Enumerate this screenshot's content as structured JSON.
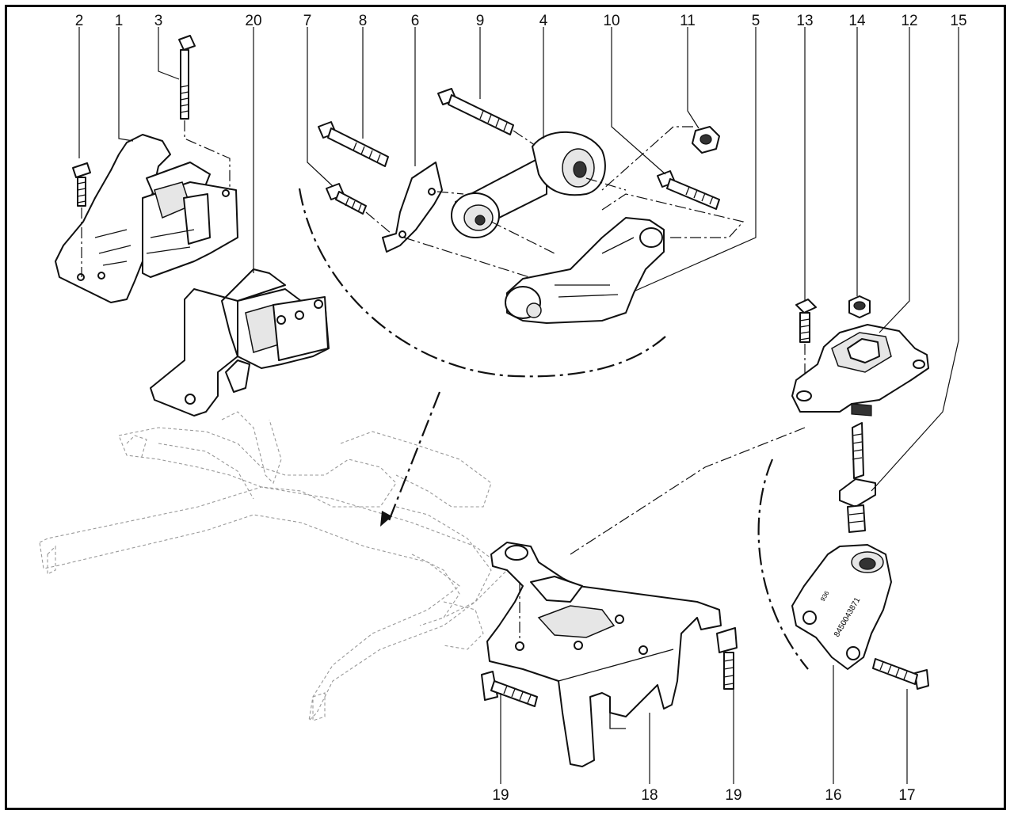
{
  "callouts": [
    "1",
    "2",
    "3",
    "4",
    "5",
    "6",
    "7",
    "8",
    "9",
    "10",
    "11",
    "12",
    "13",
    "14",
    "15",
    "16",
    "17",
    "18",
    "19",
    "20"
  ],
  "part_markings": {
    "bracket_16_code": "8450043871",
    "bracket_16_small": "936"
  }
}
